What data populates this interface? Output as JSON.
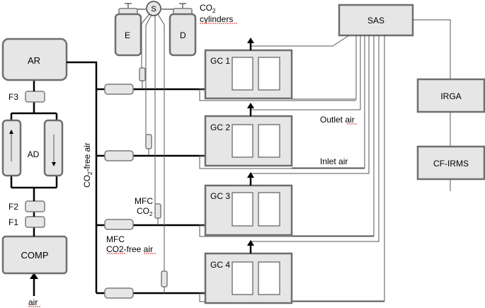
{
  "labels": {
    "ar": "AR",
    "f3": "F3",
    "ad": "AD",
    "f2": "F2",
    "f1": "F1",
    "comp": "COMP",
    "air": "air",
    "cylinder_e": "E",
    "cylinder_d": "D",
    "s": "S",
    "co2_cyl_line1": "CO",
    "co2_cyl_sub": "2",
    "co2_cyl_line2": "cylinders",
    "sas": "SAS",
    "irga": "IRGA",
    "cf_irms": "CF-IRMS",
    "gc1": "GC 1",
    "gc2": "GC 2",
    "gc3": "GC 3",
    "gc4": "GC 4",
    "outlet_air": "Outlet air",
    "inlet_air": "Inlet air",
    "mfc_co2_line1": "MFC",
    "mfc_co2_line2": "CO",
    "mfc_co2_sub": "2",
    "mfc_free_line1": "MFC",
    "mfc_free_line2": "CO2-free air",
    "co2_free_vert_a": "CO",
    "co2_free_vert_sub": "2",
    "co2_free_vert_b": "-free air"
  }
}
